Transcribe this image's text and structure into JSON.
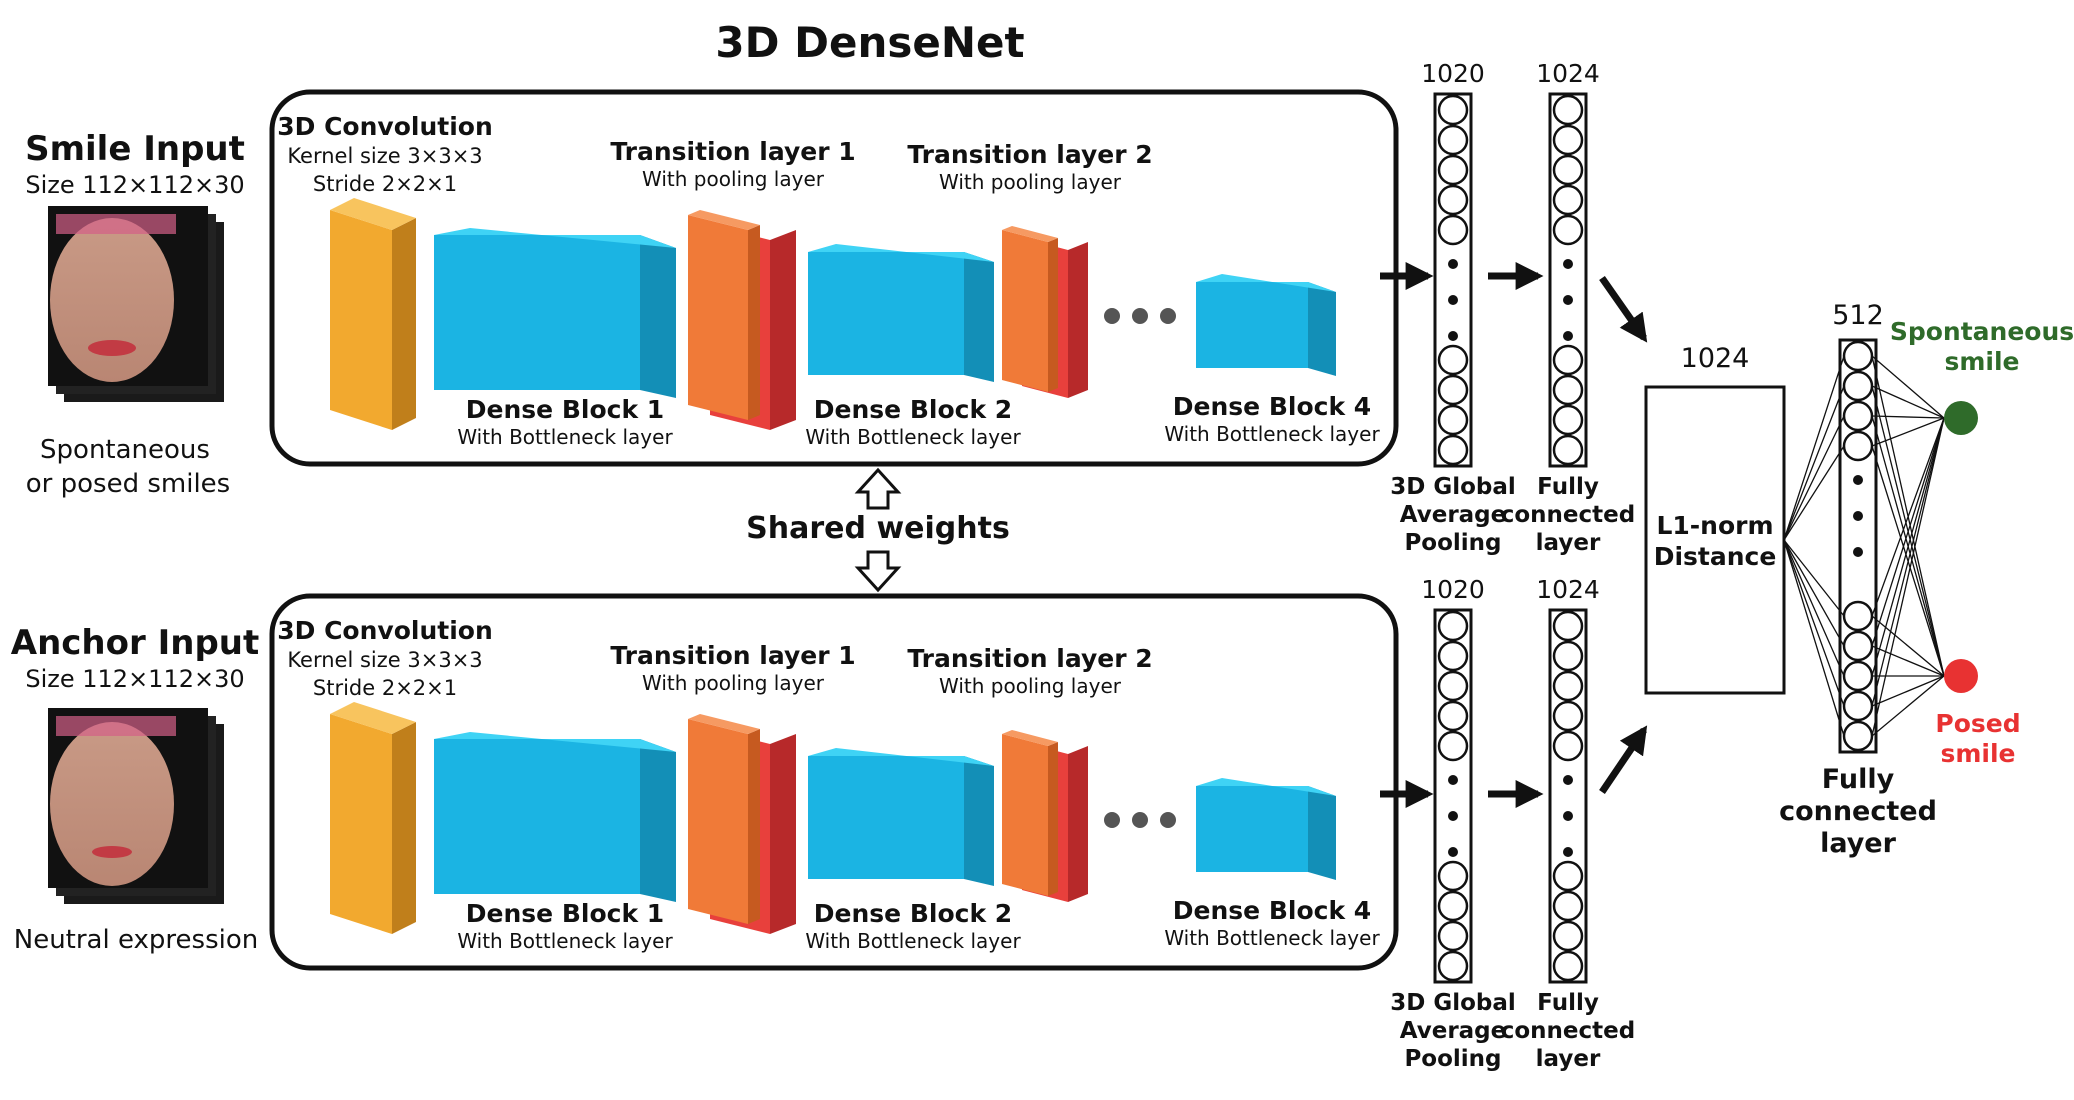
{
  "title": "3D DenseNet",
  "shared_weights_label": "Shared weights",
  "colors": {
    "conv": "#f2a92f",
    "dense": "#1bb4e3",
    "transition": "#f07a38",
    "transition_back": "#e8403c",
    "spontaneous": "#2f6b2a",
    "posed": "#e83232",
    "line": "#111111"
  },
  "streams": {
    "smile": {
      "input_title": "Smile Input",
      "input_size": "Size 112×112×30",
      "input_caption_1": "Spontaneous",
      "input_caption_2": "or posed smiles"
    },
    "anchor": {
      "input_title": "Anchor Input",
      "input_size": "Size 112×112×30",
      "input_caption_1": "Neutral expression",
      "input_caption_2": ""
    }
  },
  "network": {
    "conv_title": "3D Convolution",
    "conv_kernel": "Kernel size 3×3×3",
    "conv_stride": "Stride 2×2×1",
    "transition1_title": "Transition layer 1",
    "transition2_title": "Transition layer 2",
    "transition_sub": "With pooling layer",
    "dense1_title": "Dense Block 1",
    "dense2_title": "Dense Block 2",
    "dense4_title": "Dense Block 4",
    "dense_sub": "With Bottleneck layer"
  },
  "layers": {
    "gap_size": "1020",
    "fc_size": "1024",
    "gap_label_1": "3D Global",
    "gap_label_2": "Average",
    "gap_label_3": "Pooling",
    "fc_label_1": "Fully",
    "fc_label_2": "connected",
    "fc_label_3": "layer"
  },
  "distance": {
    "size": "1024",
    "label_1": "L1-norm",
    "label_2": "Distance"
  },
  "final": {
    "size": "512",
    "label_1": "Fully",
    "label_2": "connected",
    "label_3": "layer"
  },
  "outputs": {
    "spontaneous_1": "Spontaneous",
    "spontaneous_2": "smile",
    "posed_1": "Posed",
    "posed_2": "smile"
  }
}
